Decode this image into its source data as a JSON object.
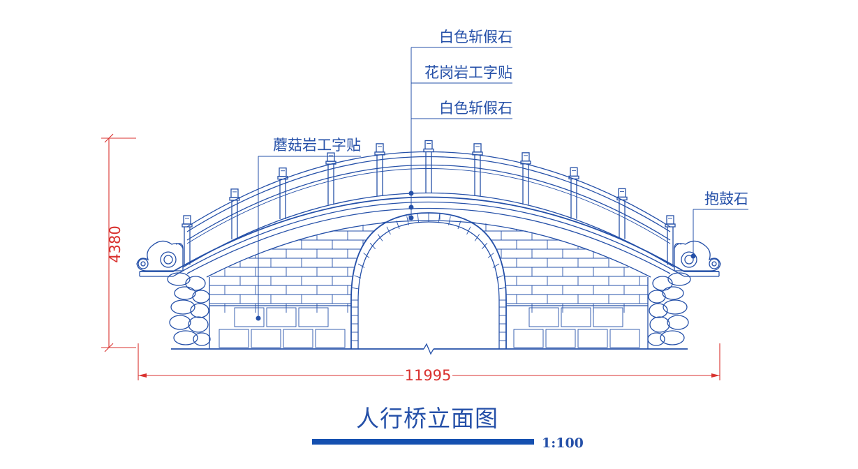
{
  "labels": {
    "top1": "白色斩假石",
    "top2": "花岗岩工字贴",
    "top3": "白色斩假石",
    "left": "蘑菇岩工字贴",
    "right": "抱鼓石"
  },
  "dimensions": {
    "width": "11995",
    "height": "4380"
  },
  "title": "人行桥立面图",
  "scale": "1:100",
  "colors": {
    "line": "#2550a8",
    "dimension": "#d9322f"
  }
}
